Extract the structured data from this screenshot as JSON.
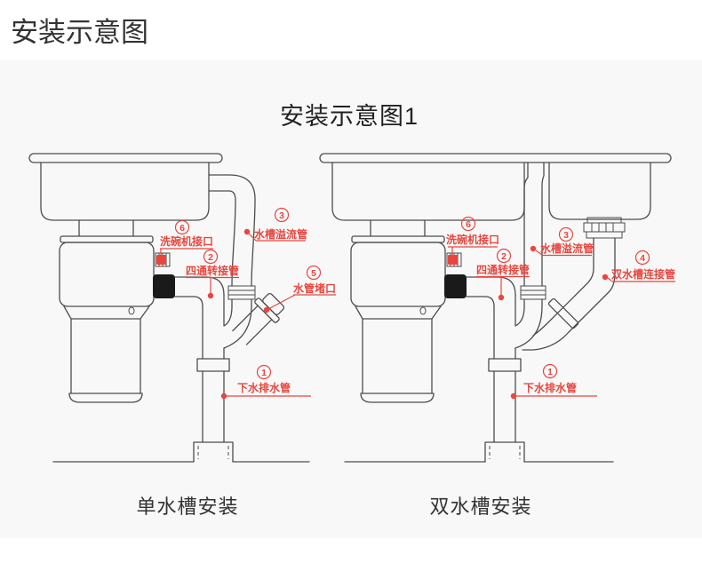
{
  "header": {
    "title": "安装示意图"
  },
  "panel": {
    "subtitle": "安装示意图1"
  },
  "colors": {
    "accent_red": "#e8463e",
    "line": "#4d4d4d",
    "panel_bg": "#f8f8f8",
    "page_bg": "#ffffff"
  },
  "diagrams": {
    "left": {
      "caption": "单水槽安装",
      "labels": [
        {
          "num": "6",
          "text": "洗碗机接口"
        },
        {
          "num": "2",
          "text": "四通转接管"
        },
        {
          "num": "3",
          "text": "水槽溢流管"
        },
        {
          "num": "5",
          "text": "水管堵口"
        },
        {
          "num": "1",
          "text": "下水排水管"
        }
      ]
    },
    "right": {
      "caption": "双水槽安装",
      "labels": [
        {
          "num": "6",
          "text": "洗碗机接口"
        },
        {
          "num": "2",
          "text": "四通转接管"
        },
        {
          "num": "3",
          "text": "水槽溢流管"
        },
        {
          "num": "4",
          "text": "双水槽连接管"
        },
        {
          "num": "1",
          "text": "下水排水管"
        }
      ]
    }
  }
}
